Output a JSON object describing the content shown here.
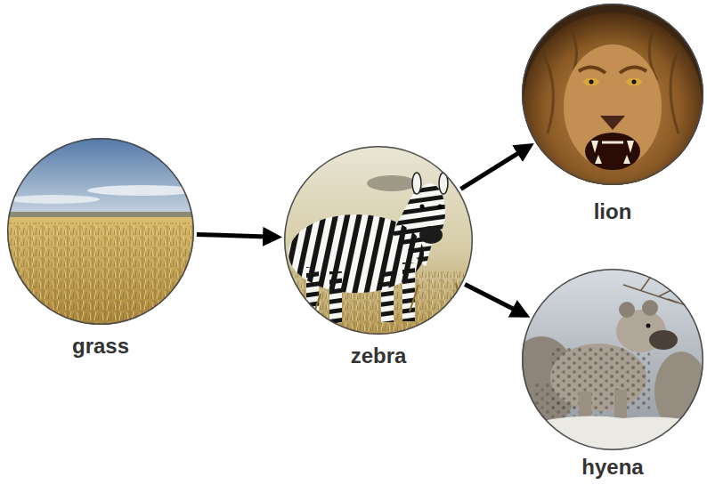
{
  "diagram": {
    "nodes": [
      {
        "text": [
          "grass"
        ]
      },
      {
        "text": [
          "zebra"
        ]
      },
      {
        "text": [
          "lion"
        ]
      },
      {
        "text": [
          "hyena"
        ]
      }
    ],
    "edges": [
      {
        "from": 0,
        "to": 1,
        "arrow": "to"
      },
      {
        "from": 1,
        "to": 2,
        "arrow": "to"
      },
      {
        "from": 1,
        "to": 3,
        "arrow": "to"
      }
    ]
  }
}
